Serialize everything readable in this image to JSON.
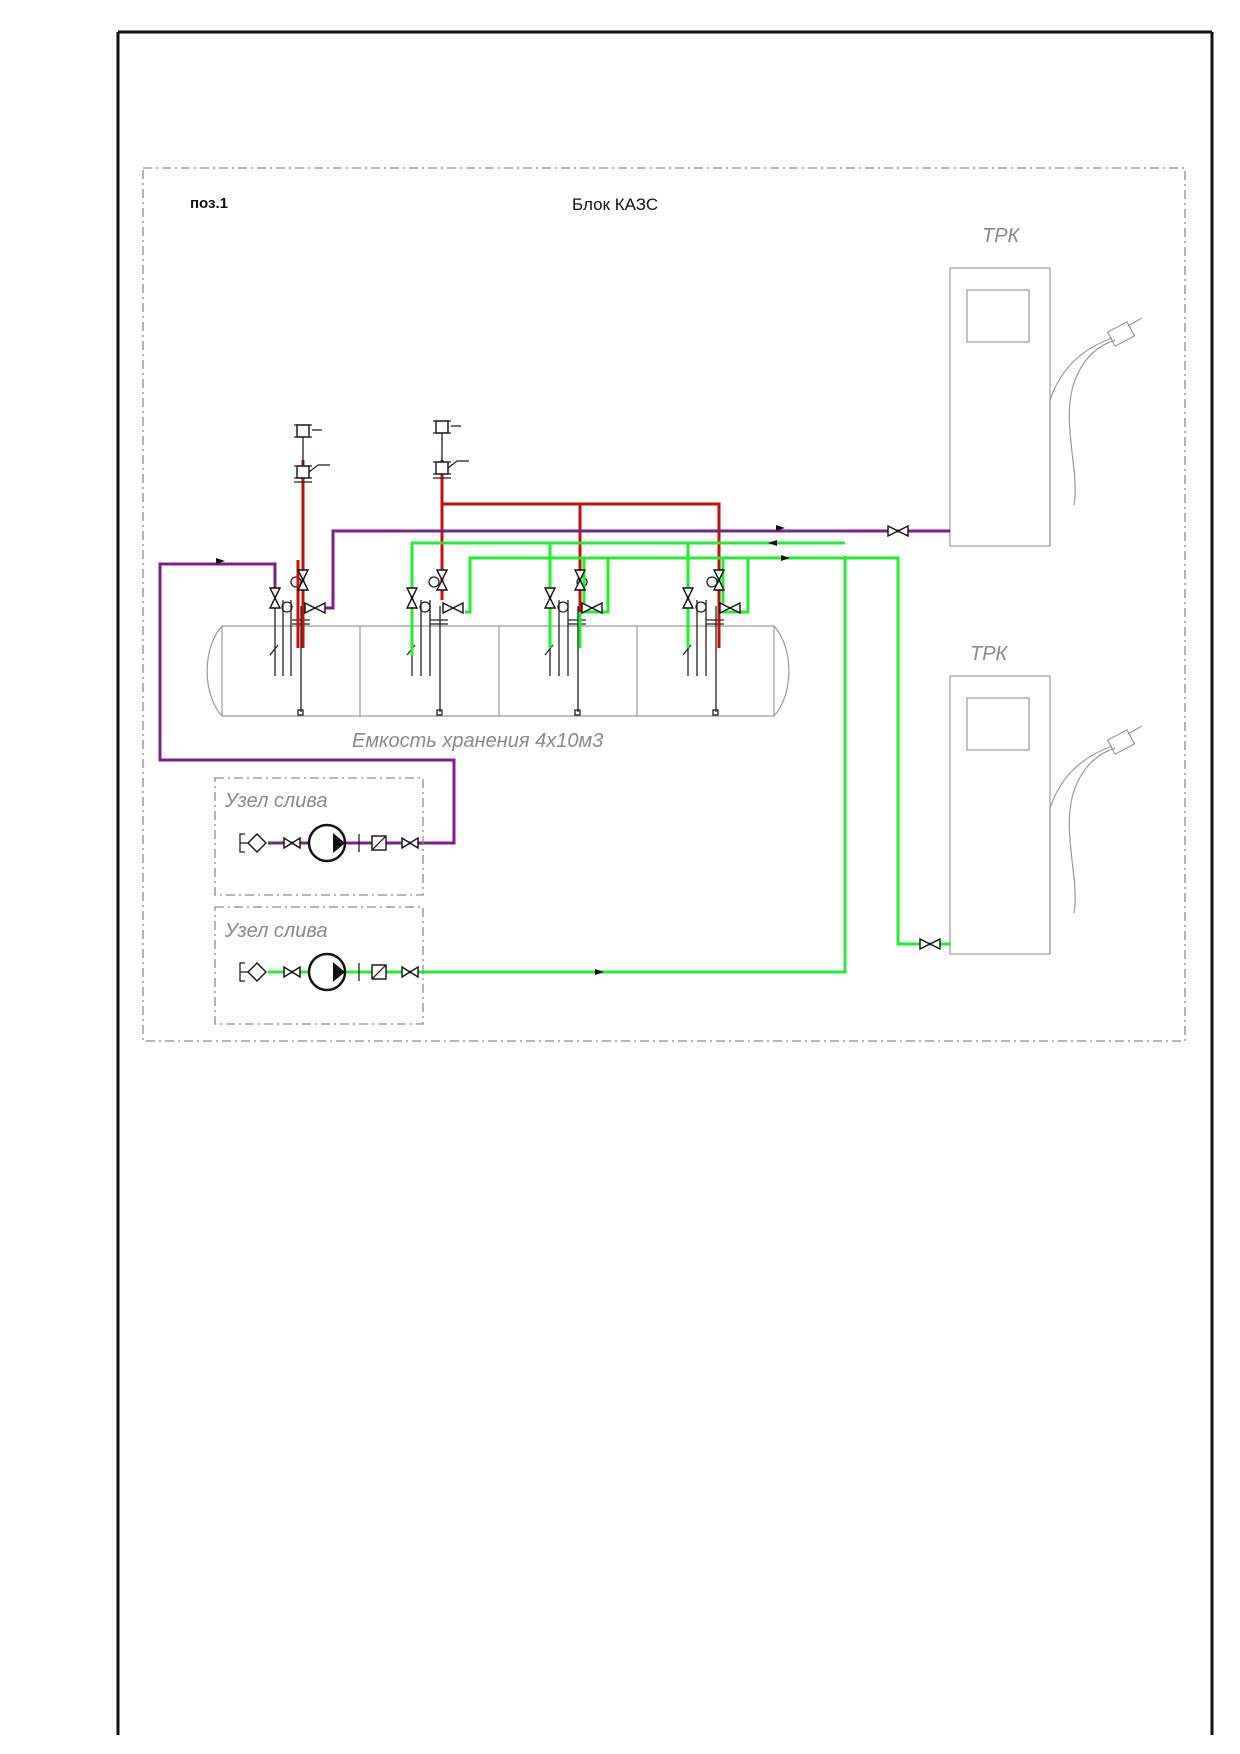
{
  "drawing": {
    "position_label": "поз.1",
    "block_title": "Блок КАЗС",
    "dispenser_top_label": "ТРК",
    "dispenser_bottom_label": "ТРК",
    "tank_label": "Емкость хранения 4х10м3",
    "drain_unit_top_label": "Узел слива",
    "drain_unit_bottom_label": "Узел слива"
  },
  "colors": {
    "vapor_line": "#c01010",
    "fuel_line": "#22ee33",
    "drain_line": "#7a2089",
    "frame": "#111111"
  },
  "icons": [
    "dispenser-icon",
    "fuel-nozzle-icon",
    "pump-icon",
    "gate-valve-icon",
    "check-valve-icon",
    "filter-icon",
    "breathing-valve-icon",
    "flame-arrester-icon"
  ]
}
